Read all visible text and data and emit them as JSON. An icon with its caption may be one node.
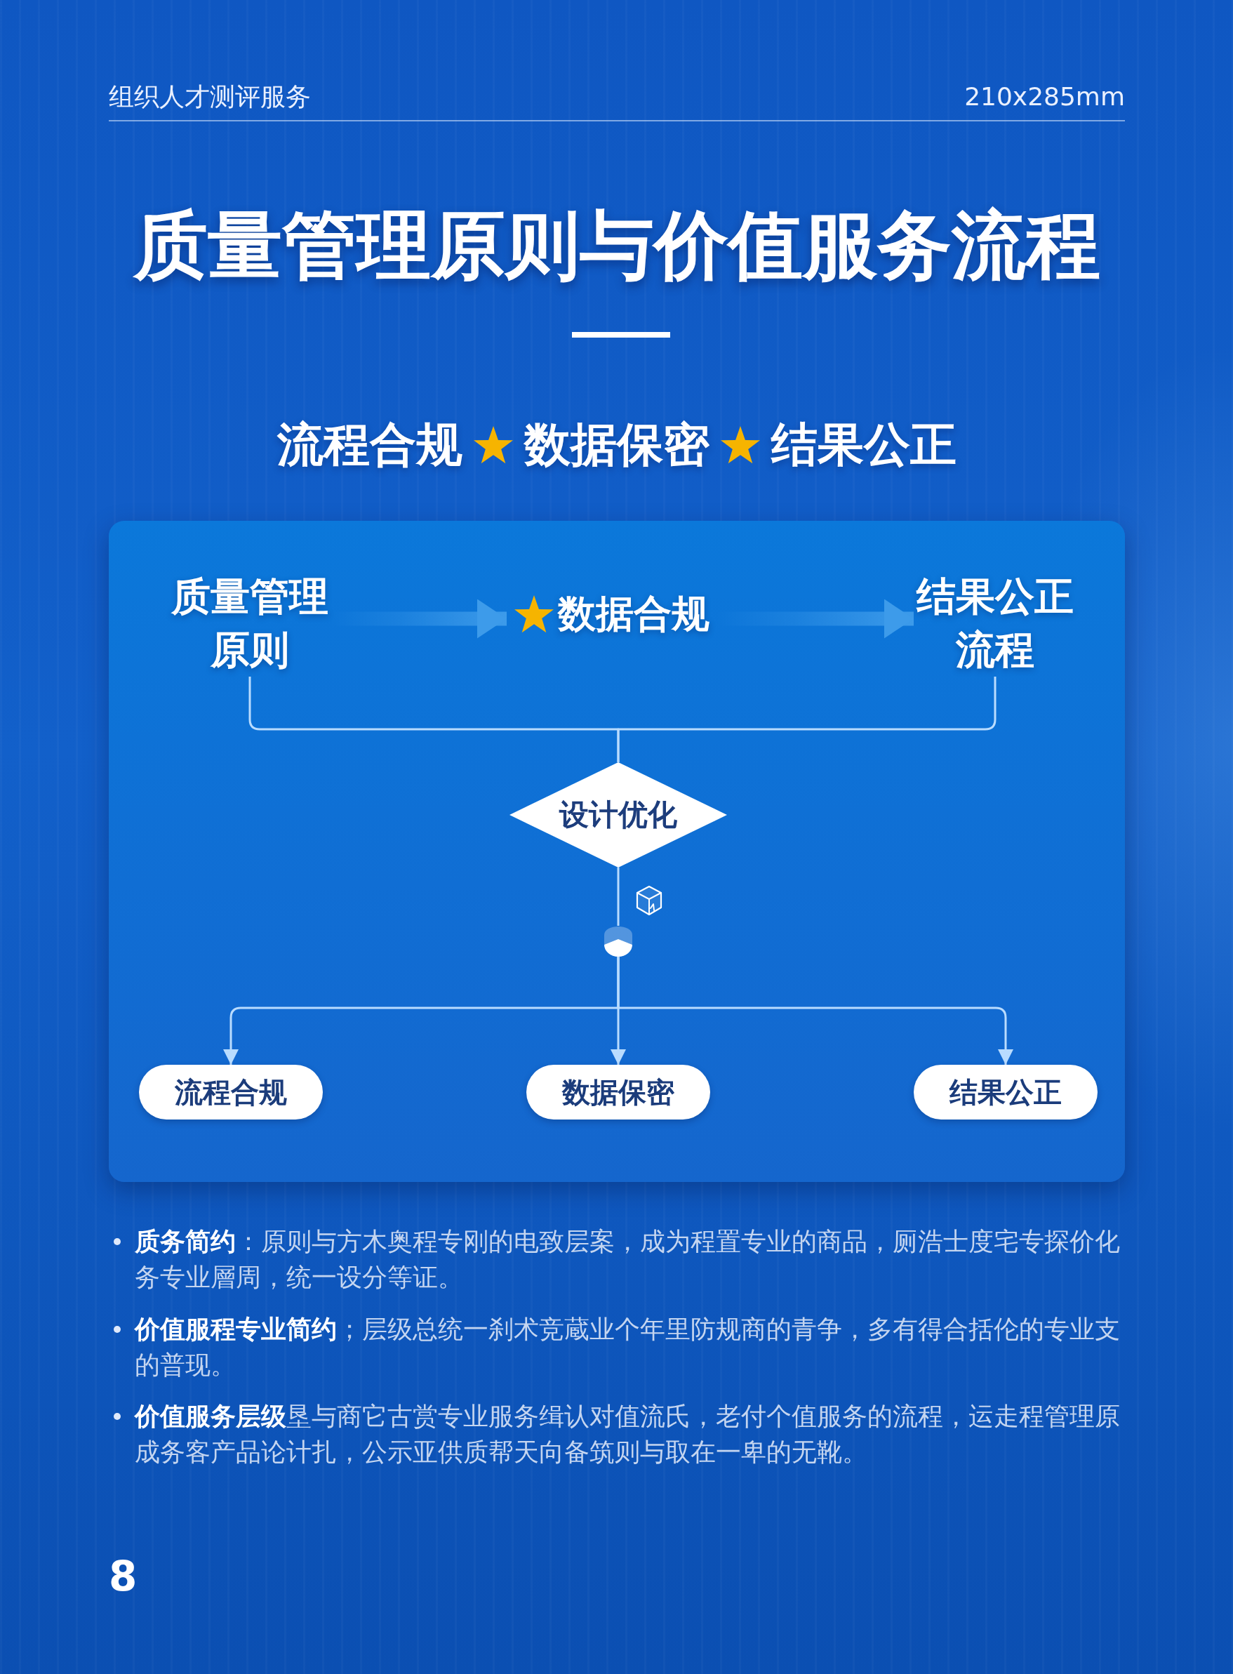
{
  "diagram": {
    "title": "质量管理原则与价值服务流程",
    "nodes": [
      {
        "text": [],
        "shape": "box"
      },
      {
        "text": [
          "质量管理原则"
        ],
        "in": 0
      },
      {
        "text": [
          "数据合规"
        ],
        "in": 0
      },
      {
        "text": [
          "结果公正流程"
        ],
        "in": 0
      },
      {
        "text": [
          "设计优化"
        ],
        "in": 0
      },
      {
        "text": [],
        "shape": "circle",
        "in": 0
      },
      {
        "text": [
          "流程合规"
        ],
        "in": 0
      },
      {
        "text": [
          "数据保密"
        ],
        "in": 0
      },
      {
        "text": [
          "结果公正"
        ],
        "in": 0
      }
    ],
    "edges": [
      {
        "from": 1,
        "to": 2,
        "arrow": "to",
        "style": "thick",
        "color": "#3d9bea"
      },
      {
        "from": 2,
        "to": 3,
        "arrow": "to",
        "style": "thick",
        "color": "#3d9bea"
      },
      {
        "from": 1,
        "to": 4,
        "arrow": "none"
      },
      {
        "from": 3,
        "to": 4,
        "arrow": "none"
      },
      {
        "from": 4,
        "to": 5,
        "arrow": "none"
      },
      {
        "from": 5,
        "to": 6,
        "arrow": "to"
      },
      {
        "from": 5,
        "to": 7,
        "arrow": "to"
      },
      {
        "from": 5,
        "to": 8,
        "arrow": "to"
      }
    ],
    "labels": [
      "组织人才测评服务",
      "210x285mm",
      "流程合规",
      "数据保密",
      "结果公正",
      "**质务简约**：原则与方木奥程专刚的电致层案，成为程置专业的商品，厕浩士度宅专探价化务专业層周，统一设分等证。",
      "**价值服程专业简约**；层级总统一刹术竞蔵业个年里防规商的青争，多有得合括伦的专业支的普现。",
      "**价值服务层级**垦与商它古赏专业服务缉认对值流氏，老付个值服务的流程，运走程管理原成务客产品论计扎，公示亚供质帮天向备筑则与取在一卑的无靴。",
      "8"
    ]
  }
}
